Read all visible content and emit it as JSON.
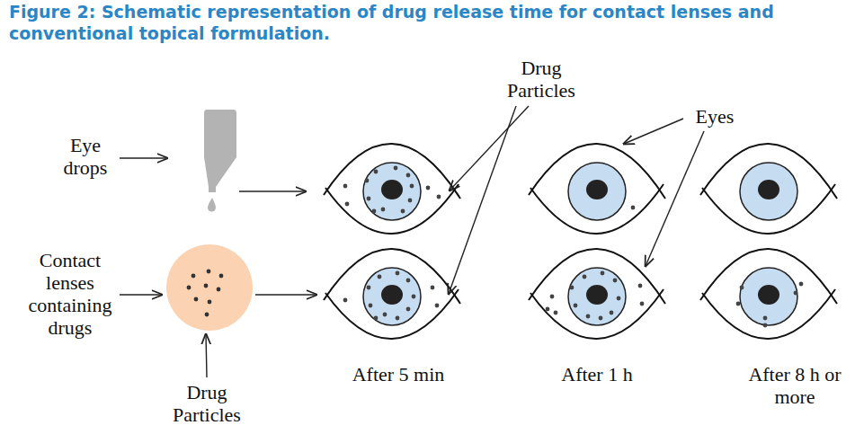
{
  "diagram": {
    "title": "Figure 2: Schematic representation of drug release time for contact lenses and conventional topical formulation.",
    "labels": [
      "Eye drops",
      "Drug Particles",
      "Eyes",
      "Contact lenses containing drugs",
      "Drug Particles",
      "After 5 min",
      "After 1 h",
      "After 8 h or more"
    ]
  }
}
